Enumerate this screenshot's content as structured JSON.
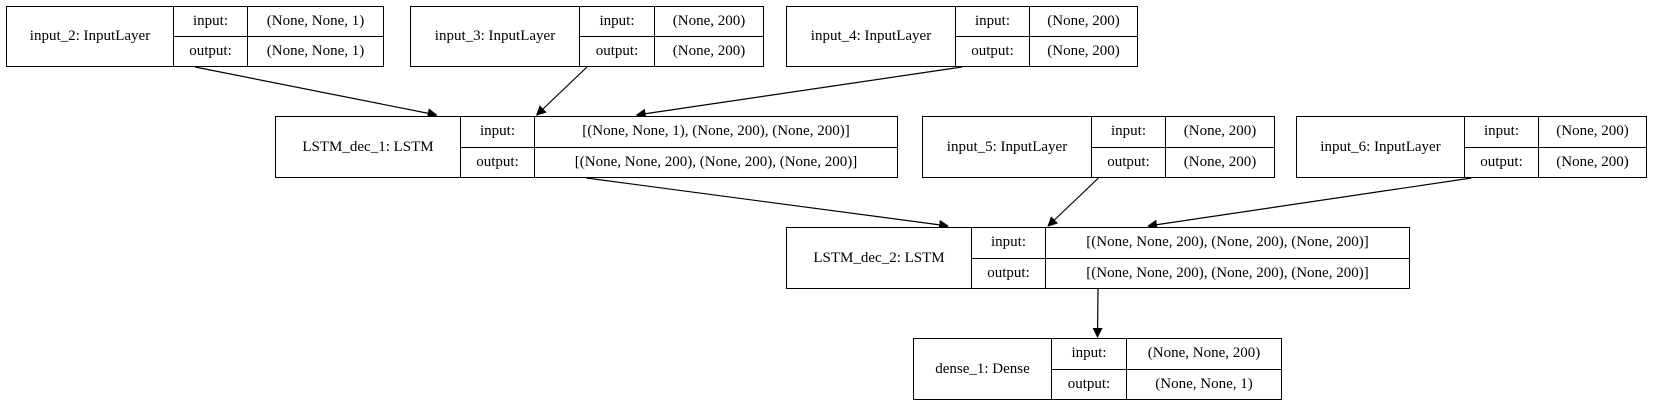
{
  "layers": {
    "input_2": {
      "name": "input_2: InputLayer",
      "input_label": "input:",
      "output_label": "output:",
      "input": "(None, None, 1)",
      "output": "(None, None, 1)"
    },
    "input_3": {
      "name": "input_3: InputLayer",
      "input_label": "input:",
      "output_label": "output:",
      "input": "(None, 200)",
      "output": "(None, 200)"
    },
    "input_4": {
      "name": "input_4: InputLayer",
      "input_label": "input:",
      "output_label": "output:",
      "input": "(None, 200)",
      "output": "(None, 200)"
    },
    "lstm_dec_1": {
      "name": "LSTM_dec_1: LSTM",
      "input_label": "input:",
      "output_label": "output:",
      "input": "[(None, None, 1), (None, 200), (None, 200)]",
      "output": "[(None, None, 200), (None, 200), (None, 200)]"
    },
    "input_5": {
      "name": "input_5: InputLayer",
      "input_label": "input:",
      "output_label": "output:",
      "input": "(None, 200)",
      "output": "(None, 200)"
    },
    "input_6": {
      "name": "input_6: InputLayer",
      "input_label": "input:",
      "output_label": "output:",
      "input": "(None, 200)",
      "output": "(None, 200)"
    },
    "lstm_dec_2": {
      "name": "LSTM_dec_2: LSTM",
      "input_label": "input:",
      "output_label": "output:",
      "input": "[(None, None, 200), (None, 200), (None, 200)]",
      "output": "[(None, None, 200), (None, 200), (None, 200)]"
    },
    "dense_1": {
      "name": "dense_1: Dense",
      "input_label": "input:",
      "output_label": "output:",
      "input": "(None, None, 200)",
      "output": "(None, None, 1)"
    }
  },
  "edges": [
    {
      "from": "input_2",
      "to": "lstm_dec_1"
    },
    {
      "from": "input_3",
      "to": "lstm_dec_1"
    },
    {
      "from": "input_4",
      "to": "lstm_dec_1"
    },
    {
      "from": "lstm_dec_1",
      "to": "lstm_dec_2"
    },
    {
      "from": "input_5",
      "to": "lstm_dec_2"
    },
    {
      "from": "input_6",
      "to": "lstm_dec_2"
    },
    {
      "from": "lstm_dec_2",
      "to": "dense_1"
    }
  ]
}
